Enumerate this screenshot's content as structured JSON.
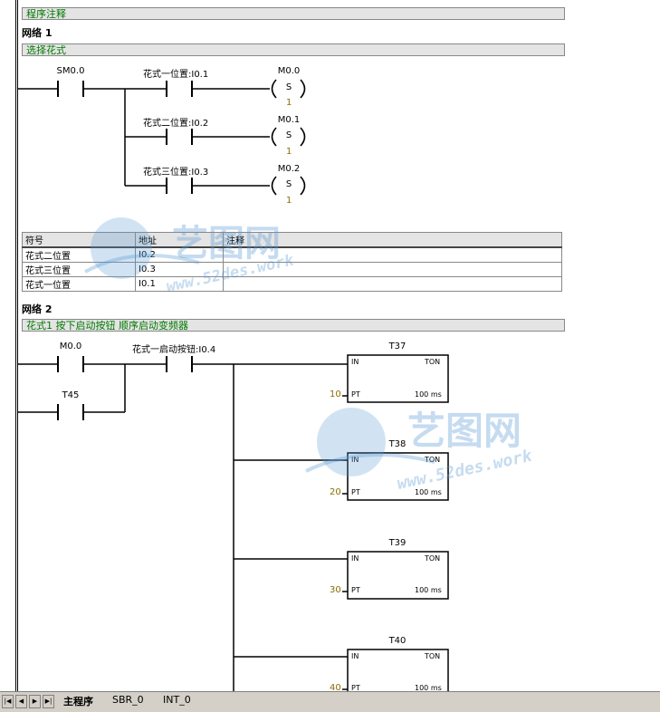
{
  "program_comment": "程序注释",
  "network1": {
    "title": "网络 1",
    "comment": "选择花式",
    "contacts": [
      "SM0.0",
      "花式一位置:I0.1",
      "花式二位置:I0.2",
      "花式三位置:I0.3"
    ],
    "coils": [
      {
        "address": "M0.0",
        "type": "S",
        "count": "1"
      },
      {
        "address": "M0.1",
        "type": "S",
        "count": "1"
      },
      {
        "address": "M0.2",
        "type": "S",
        "count": "1"
      }
    ],
    "symbol_table": {
      "headers": [
        "符号",
        "地址",
        "注释"
      ],
      "rows": [
        {
          "symbol": "花式二位置",
          "address": "I0.2",
          "comment": ""
        },
        {
          "symbol": "花式三位置",
          "address": "I0.3",
          "comment": ""
        },
        {
          "symbol": "花式一位置",
          "address": "I0.1",
          "comment": ""
        }
      ]
    }
  },
  "network2": {
    "title": "网络 2",
    "comment": "花式1 按下启动按钮  顺序启动变频器",
    "contacts": [
      "M0.0",
      "T45",
      "花式一启动按钮:I0.4"
    ],
    "timers": [
      {
        "name": "T37",
        "in": "IN",
        "type": "TON",
        "preset": "10",
        "pt": "PT",
        "base": "100 ms"
      },
      {
        "name": "T38",
        "in": "IN",
        "type": "TON",
        "preset": "20",
        "pt": "PT",
        "base": "100 ms"
      },
      {
        "name": "T39",
        "in": "IN",
        "type": "TON",
        "preset": "30",
        "pt": "PT",
        "base": "100 ms"
      },
      {
        "name": "T40",
        "in": "IN",
        "type": "TON",
        "preset": "40",
        "pt": "PT",
        "base": "100 ms"
      }
    ]
  },
  "watermark": {
    "brand": "艺图网",
    "url": "www.52des.work"
  },
  "tabs": [
    "主程序",
    "SBR_0",
    "INT_0"
  ]
}
